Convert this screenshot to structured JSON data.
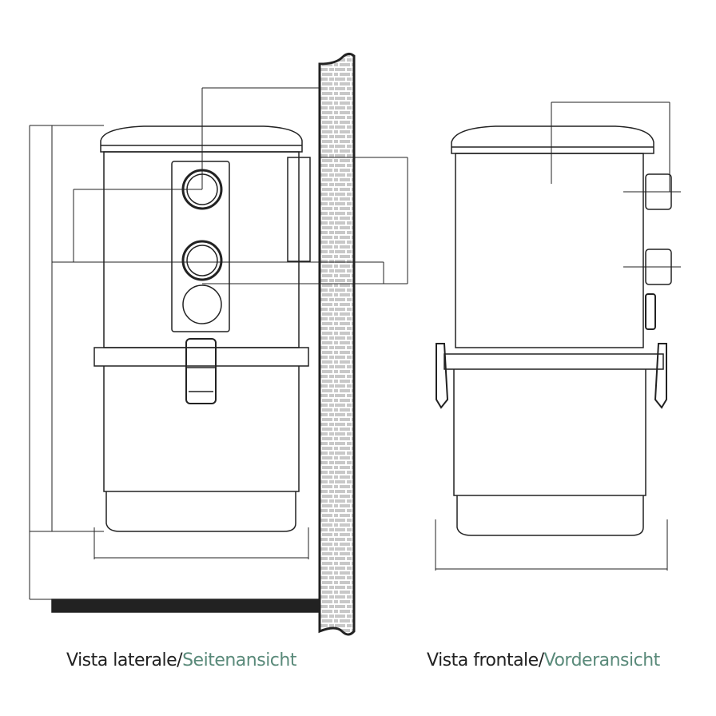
{
  "captions": {
    "side": {
      "it": "Vista laterale/",
      "de": "Seitenansicht"
    },
    "front": {
      "it": "Vista frontale/",
      "de": "Vorderansicht"
    }
  },
  "colors": {
    "line": "#222222",
    "accent": "#5a8a7a",
    "brick": "#c8c8c8"
  }
}
